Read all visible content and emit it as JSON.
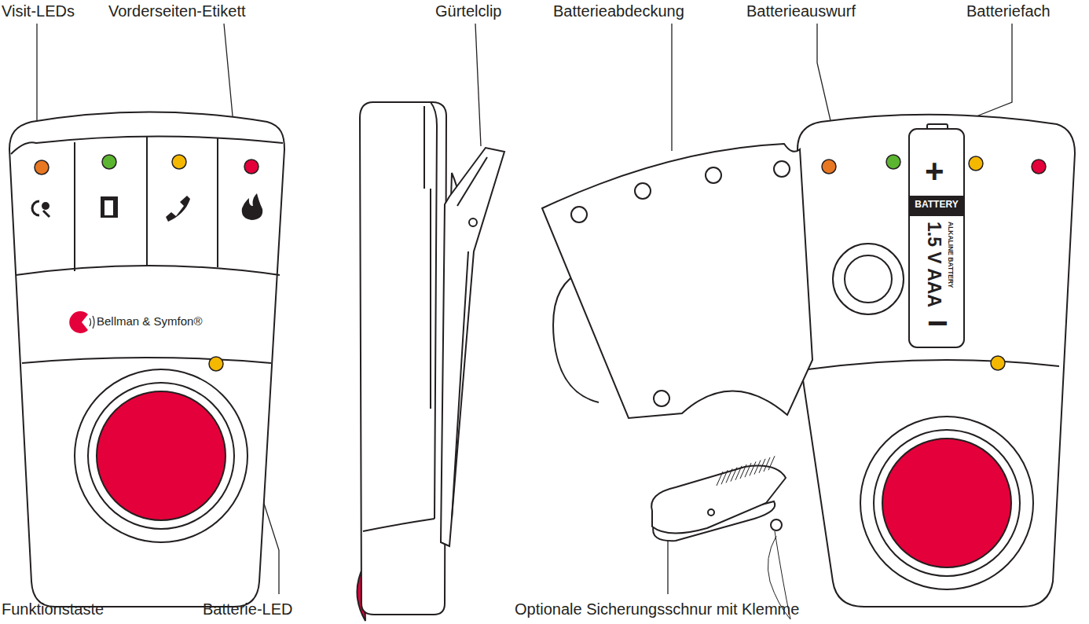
{
  "diagram": {
    "labels": [
      "Visit-LEDs",
      "Vorderseiten-Etikett",
      "Gürtelclip",
      "Batterieabdeckung",
      "Batterieauswurf",
      "Batteriefach",
      "Funktionstaste",
      "Batterie-LED",
      "Optionale Sicherungsschnur mit Klemme",
      "Bellman & Symfon®",
      "+",
      "BATTERY",
      "1.5 V AAA",
      "ALKALINE BATTERY",
      "−"
    ]
  }
}
